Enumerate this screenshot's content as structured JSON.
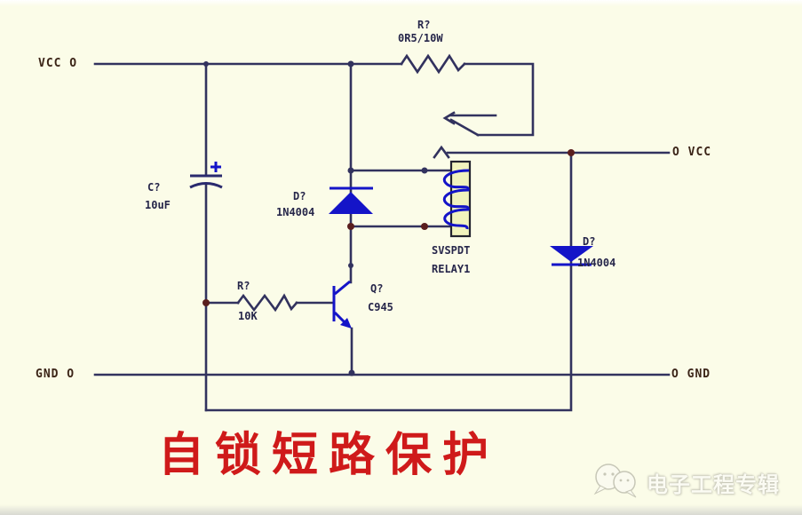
{
  "diagram": {
    "title": "自锁短路保护",
    "watermark": "电子工程专辑",
    "ports": {
      "vcc_left": "VCC O",
      "gnd_left": "GND O",
      "vcc_right": "O VCC",
      "gnd_right": "O GND"
    },
    "components": {
      "power_resistor": {
        "ref": "R?",
        "value": "0R5/10W"
      },
      "capacitor": {
        "ref": "C?",
        "value": "10uF"
      },
      "flyback_diode": {
        "ref": "D?",
        "value": "1N4004"
      },
      "relay": {
        "type": "SVSPDT",
        "ref": "RELAY1"
      },
      "output_diode": {
        "ref": "D?",
        "value": "1N4004"
      },
      "base_resistor": {
        "ref": "R?",
        "value": "10K"
      },
      "transistor": {
        "ref": "Q?",
        "value": "C945"
      }
    }
  },
  "colors": {
    "bg": "#fbfce8",
    "wire": "#32325e",
    "comp": "#1414c8",
    "dot": "#5a1e1e",
    "label": "#26264a",
    "port": "#3b2417",
    "title": "#cf1a1a",
    "relayfill": "#f1f3bd"
  }
}
